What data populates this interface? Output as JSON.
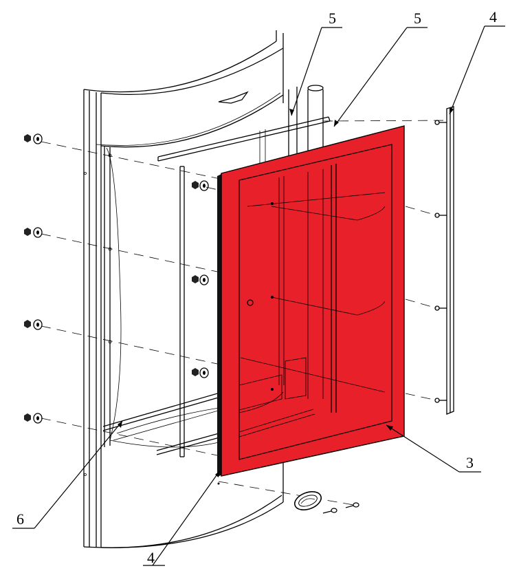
{
  "diagram": {
    "callouts": [
      {
        "id": "top-left-5",
        "label": "5"
      },
      {
        "id": "top-right-5",
        "label": "5"
      },
      {
        "id": "top-4",
        "label": "4"
      },
      {
        "id": "right-3",
        "label": "3"
      },
      {
        "id": "left-6",
        "label": "6"
      },
      {
        "id": "bottom-4",
        "label": "4"
      }
    ],
    "colors": {
      "highlight_panel": "#e8202a",
      "line": "#000000",
      "background": "#ffffff"
    }
  }
}
